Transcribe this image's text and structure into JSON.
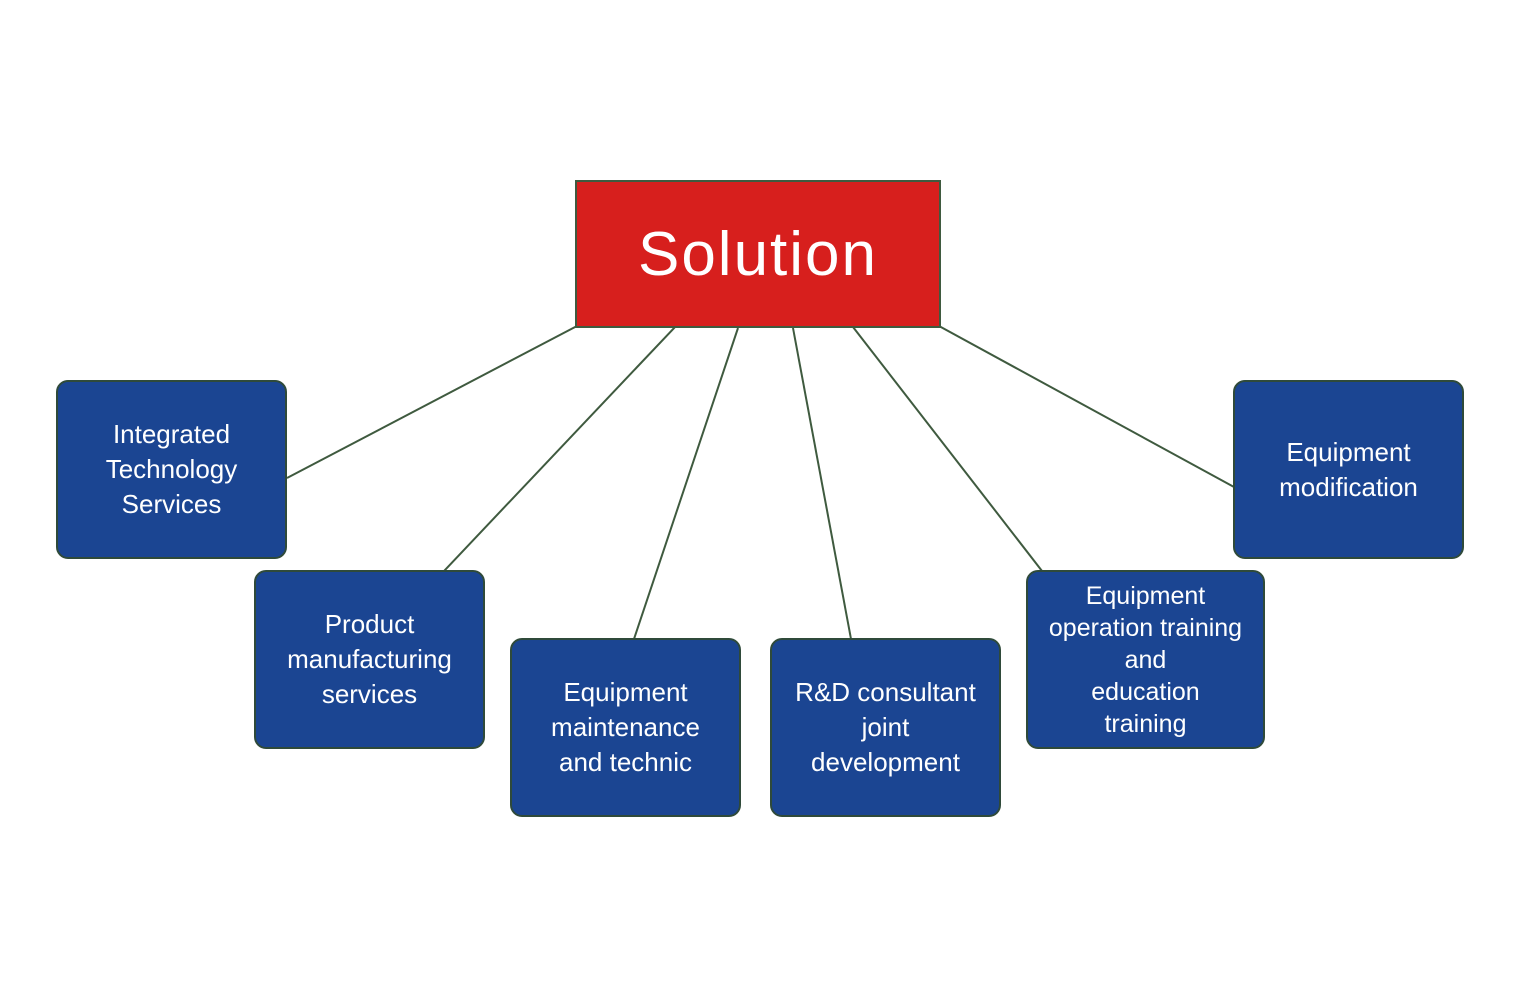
{
  "root": {
    "label": "Solution"
  },
  "nodes": [
    {
      "label": "Integrated\nTechnology\nServices"
    },
    {
      "label": "Product\nmanufacturing\nservices"
    },
    {
      "label": "Equipment\nmaintenance\nand technic"
    },
    {
      "label": "R&D consultant\njoint\ndevelopment"
    },
    {
      "label": "Equipment\noperation training\nand\neducation\ntraining"
    },
    {
      "label": "Equipment\nmodification"
    }
  ],
  "colors": {
    "root_fill": "#d71f1d",
    "node_fill": "#1b4592",
    "connector": "#3f5a3f",
    "text": "#ffffff"
  }
}
